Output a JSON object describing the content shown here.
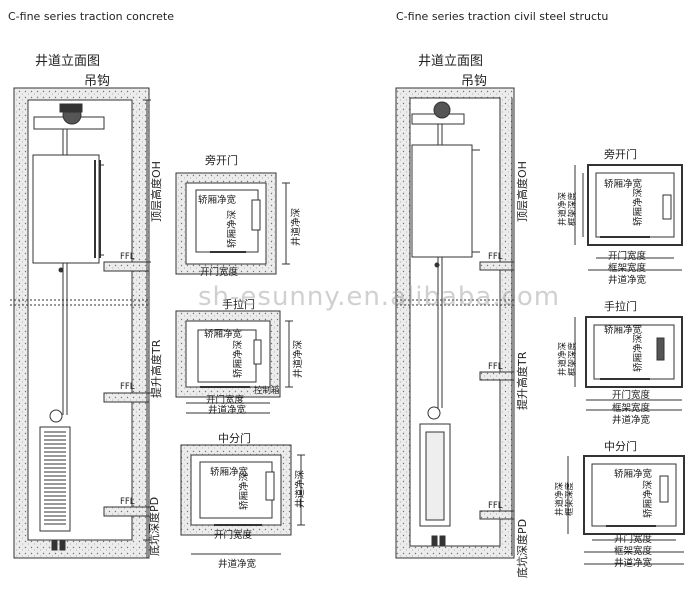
{
  "left_title": "C-fine series traction concrete",
  "right_title": "C-fine series traction civil steel structu",
  "elevation": {
    "title": "井道立面图",
    "hook": "吊钩",
    "overhead": "顶层高度OH",
    "travel": "提升高度TR",
    "pit": "底坑深度PD",
    "ffl": "FFL"
  },
  "plans": {
    "side": "旁开门",
    "manual": "手拉门",
    "center": "中分门",
    "car_width": "轿厢净宽",
    "car_depth": "轿厢净深",
    "hoist_depth": "井道净深",
    "door_width": "开门宽度",
    "hoist_width": "井道净宽",
    "frame_width": "框架宽度",
    "frame_depth": "框架深度",
    "control_box": "控制箱"
  },
  "watermark": "sh-esunny.en.alibaba.com"
}
